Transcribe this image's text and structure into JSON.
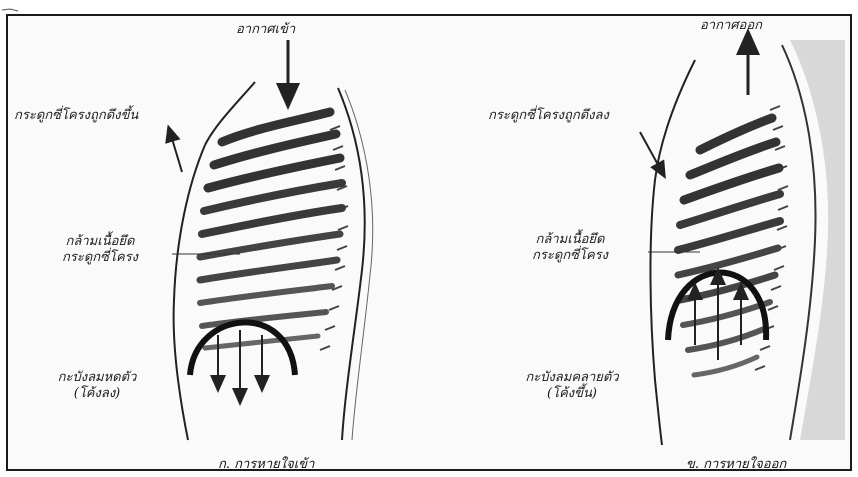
{
  "panel_a": {
    "air_in": "อากาศเข้า",
    "ribs_up": "กระดูกซี่โครงถูกดึงขึ้น",
    "intercostal_line1": "กล้ามเนื้อยึด",
    "intercostal_line2": "กระดูกซี่โครง",
    "diaphragm_line1": "กะบังลมหดตัว",
    "diaphragm_line2": "(โค้งลง)",
    "caption": "ก. การหายใจเข้า"
  },
  "panel_b": {
    "air_out": "อากาศออก",
    "ribs_down": "กระดูกซี่โครงถูกดึงลง",
    "intercostal_line1": "กล้ามเนื้อยึด",
    "intercostal_line2": "กระดูกซี่โครง",
    "diaphragm_line1": "กะบังลมคลายตัว",
    "diaphragm_line2": "(โค้งขึ้น)",
    "caption": "ข. การหายใจออก"
  }
}
